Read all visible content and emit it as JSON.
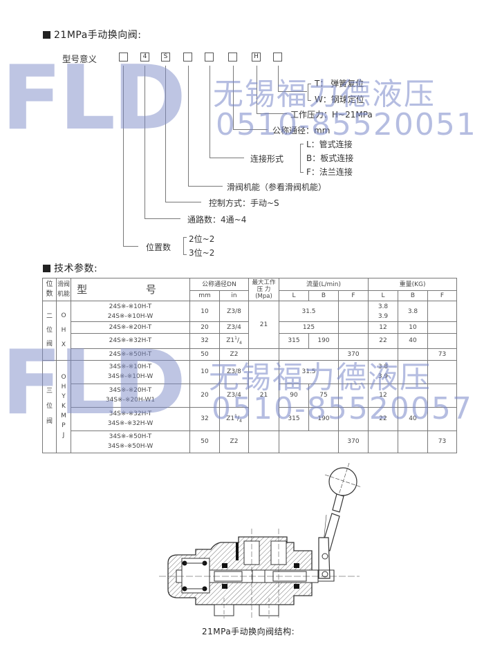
{
  "section1": {
    "title": "21MPa手动换向阀:",
    "model_label": "型号意义",
    "boxes": [
      "",
      "4",
      "S",
      "",
      "",
      "",
      "H",
      ""
    ],
    "legend": {
      "return": {
        "t": "T：  弹簧复位",
        "w": "W：钢球定位"
      },
      "pressure": "工作压力：H~21MPa",
      "nominal": "公称通径：mm",
      "connection": {
        "label": "连接形式",
        "options": [
          "L：管式连接",
          "B：板式连接",
          "F：法兰连接"
        ]
      },
      "spool": "滑阀机能（参看滑阀机能）",
      "control": "控制方式：手动~S",
      "ways": "通路数：4通~4",
      "positions": {
        "label": "位置数",
        "options": [
          "2位~2",
          "3位~2"
        ]
      }
    }
  },
  "section2": {
    "title": "技术参数:",
    "headers": {
      "pos": "位数",
      "pos_a": "位",
      "pos_b": "数",
      "spool_a": "滑阀",
      "spool_b": "机能",
      "model": "型  号",
      "dn": "公称通径DN",
      "mm": "mm",
      "in": "in",
      "pressure_a": "最大工作",
      "pressure_b": "压    力",
      "pressure_c": "(Mpa)",
      "flow": "流量(L/min)",
      "weight": "重量(KG)",
      "L": "L",
      "B": "B",
      "F": "F"
    },
    "two_pos": {
      "label": [
        "二",
        "位",
        "阀"
      ],
      "spool": [
        "O",
        "H",
        "X"
      ],
      "pressure": "21",
      "rows": [
        {
          "models": [
            "24S※-※10H-T",
            "24S※-※10H-W"
          ],
          "mm": "10",
          "in": "Z3/8",
          "flow_lb": "31.5",
          "flow_f": "",
          "w_l": [
            "3.8",
            "3.9"
          ],
          "w_b": "3.8",
          "w_f": ""
        },
        {
          "models": [
            "24S※-※20H-T"
          ],
          "mm": "20",
          "in": "Z3/4",
          "flow_lb": "125",
          "flow_f": "",
          "w_l": [
            "12"
          ],
          "w_b": "10",
          "w_f": ""
        },
        {
          "models": [
            "24S※-※32H-T"
          ],
          "mm": "32",
          "in_main": "Z1",
          "in_sup": "1",
          "in_sub": "4",
          "flow_l": "315",
          "flow_b": "190",
          "flow_f": "",
          "w_l": [
            "22"
          ],
          "w_b": "40",
          "w_f": ""
        },
        {
          "models": [
            "24S※-※50H-T"
          ],
          "mm": "50",
          "in": "Z2",
          "flow_f": "370",
          "w_f": "73"
        }
      ]
    },
    "three_pos": {
      "label": [
        "三",
        "位",
        "阀"
      ],
      "spool": [
        "O",
        "H",
        "Y",
        "K",
        "M",
        "P",
        "J"
      ],
      "pressure": "21",
      "rows": [
        {
          "models": [
            "34S※-※10H-T",
            "34S※-※10H-W"
          ],
          "mm": "10",
          "in": "Z3/8",
          "flow_lb": "31.5",
          "w_l": [
            "3.8",
            "3.9"
          ]
        },
        {
          "models": [
            "34S※-※20H-T",
            "34S※-※20H-W1"
          ],
          "mm": "20",
          "in": "Z3/4",
          "flow_l": "90",
          "flow_b": "75",
          "w_l": [
            "12"
          ]
        },
        {
          "models": [
            "34S※-※32H-T",
            "34S※-※32H-W"
          ],
          "mm": "32",
          "in_main": "Z1",
          "in_sup": "1",
          "in_sub": "4",
          "flow_l": "315",
          "flow_b": "190",
          "w_l": [
            "22"
          ],
          "w_b": "40"
        },
        {
          "models": [
            "34S※-※50H-T",
            "34S※-※50H-W"
          ],
          "mm": "50",
          "in": "Z2",
          "flow_f": "370",
          "w_f": "73"
        }
      ]
    }
  },
  "drawing": {
    "caption": "21MPa手动换向阀结构:"
  },
  "watermark": {
    "logo": "FLD",
    "company": "无锡福力德液压",
    "phone_top": "0510-85520051",
    "phone_bottom": "0510-85520057",
    "color": "#7d8cc8"
  }
}
